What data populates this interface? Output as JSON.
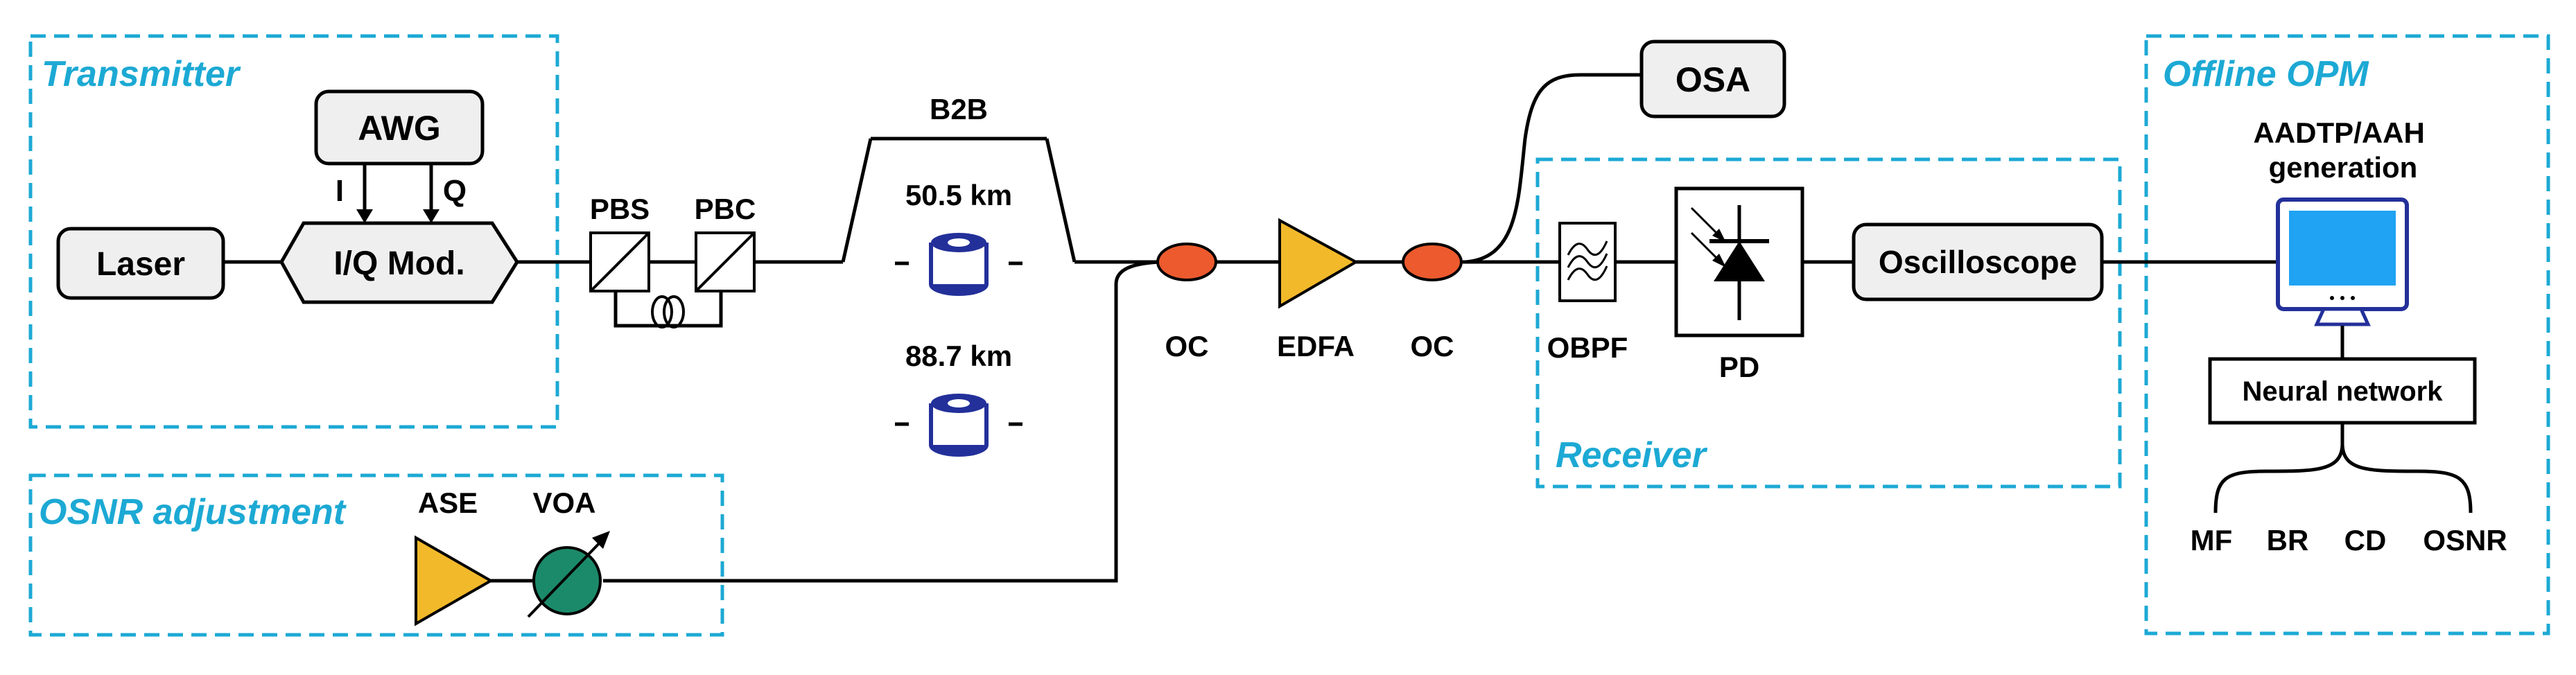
{
  "sections": {
    "transmitter": "Transmitter",
    "osnr_adjustment": "OSNR adjustment",
    "receiver": "Receiver",
    "offline_opm": "Offline OPM"
  },
  "blocks": {
    "laser": "Laser",
    "awg": "AWG",
    "iq_mod": "I/Q Mod.",
    "i_label": "I",
    "q_label": "Q",
    "pbs": "PBS",
    "pbc": "PBC",
    "osa": "OSA",
    "oscilloscope": "Oscilloscope",
    "ase": "ASE",
    "voa": "VOA",
    "oc_left": "OC",
    "oc_right": "OC",
    "edfa": "EDFA",
    "obpf": "OBPF",
    "pd": "PD"
  },
  "fiber": {
    "b2b": "B2B",
    "span1": "50.5 km",
    "span2": "88.7 km"
  },
  "opm": {
    "feature_label": "AADTP/AAH\ngeneration",
    "neural_network": "Neural network",
    "outputs": [
      "MF",
      "BR",
      "CD",
      "OSNR"
    ]
  },
  "colors": {
    "dashed_border": "#1ca9d4",
    "section_title": "#1ca9d4",
    "amplifier": "#f2b92a",
    "coupler": "#ec5a2e",
    "voa": "#1b8a6a",
    "fiber_spool": "#23309a",
    "monitor_screen": "#1fa3f2"
  }
}
